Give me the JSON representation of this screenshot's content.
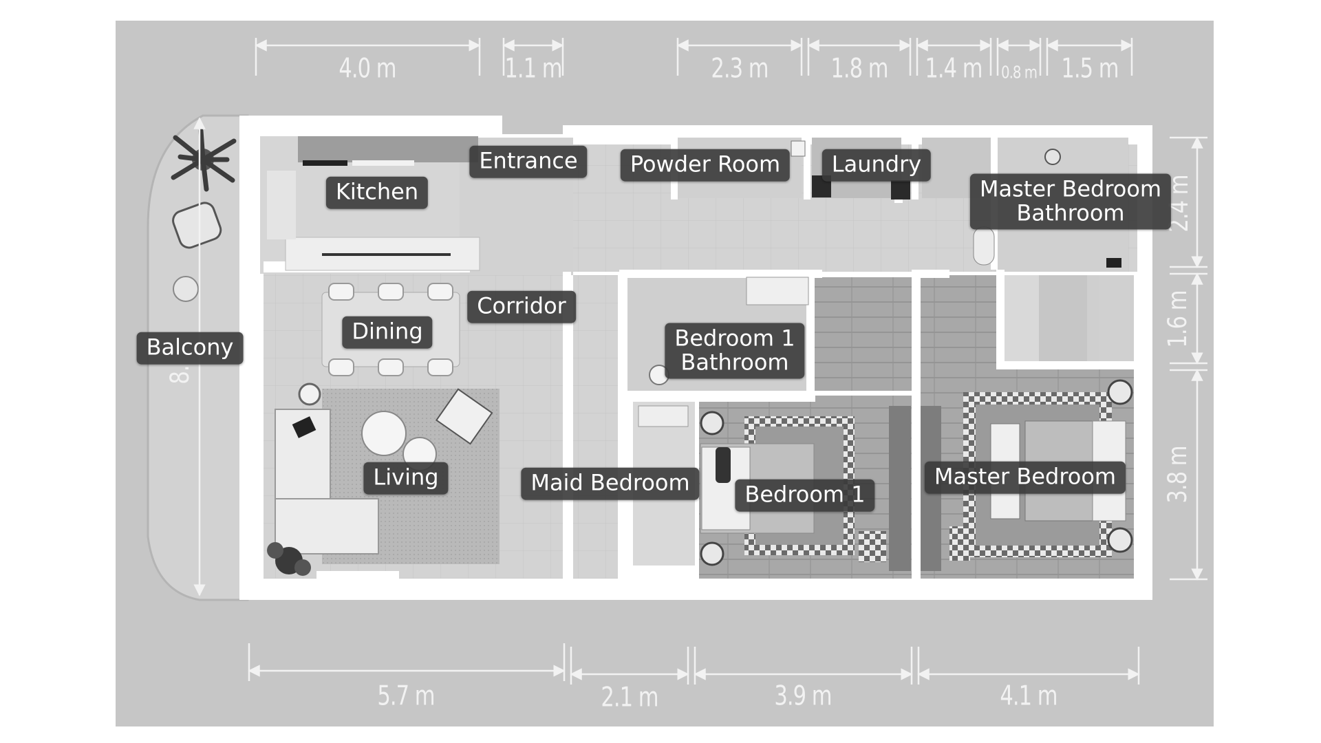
{
  "rooms": {
    "kitchen": "Kitchen",
    "entrance": "Entrance",
    "powder_room": "Powder Room",
    "laundry": "Laundry",
    "master_bedroom_bathroom_line1": "Master Bedroom",
    "master_bedroom_bathroom_line2": "Bathroom",
    "corridor": "Corridor",
    "dining": "Dining",
    "balcony": "Balcony",
    "bedroom1_bathroom_line1": "Bedroom 1",
    "bedroom1_bathroom_line2": "Bathroom",
    "living": "Living",
    "maid_bedroom": "Maid Bedroom",
    "bedroom1": "Bedroom 1",
    "master_bedroom": "Master Bedroom"
  },
  "dimensions": {
    "top": [
      "4.0 m",
      "1.1 m",
      "2.3 m",
      "1.8 m",
      "1.4 m",
      "0.8 m",
      "1.5 m"
    ],
    "bottom": [
      "5.7 m",
      "2.1 m",
      "3.9 m",
      "4.1 m"
    ],
    "right": [
      "2.4 m",
      "1.6 m",
      "3.8 m"
    ],
    "left": "8."
  },
  "colors": {
    "board": "#c6c6c6",
    "wall": "#ffffff",
    "floor": "#d4d4d4",
    "wood_floor": "#a9a9a9",
    "label_bg": "#3a3a3a",
    "label_text": "#ffffff"
  }
}
